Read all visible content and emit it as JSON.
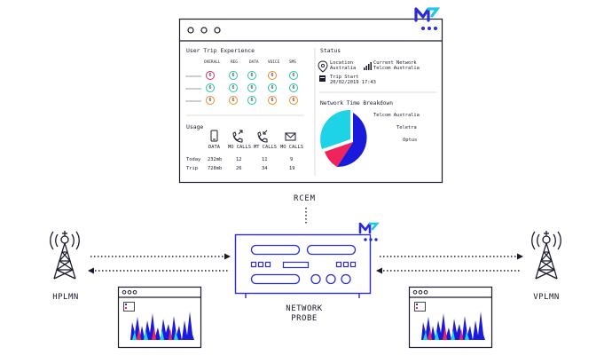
{
  "labels": {
    "rcem": "RCEM",
    "hplmn": "HPLMN",
    "vplmn": "VPLMN",
    "probe_line1": "NETWORK",
    "probe_line2": "PROBE"
  },
  "dashboard": {
    "trip_title": "User Trip Experience",
    "trip_columns": [
      "OVERALL",
      "REG",
      "DATA",
      "VOICE",
      "SMS"
    ],
    "trip_rows": [
      [
        "red",
        "green",
        "green",
        "orange",
        "green"
      ],
      [
        "green",
        "green",
        "green",
        "green",
        "green"
      ],
      [
        "orange",
        "orange",
        "green",
        "orange",
        "orange"
      ]
    ],
    "circle_glyph": "6",
    "status_title": "Status",
    "location_label": "Location",
    "location_value": "Australia",
    "network_label": "Current Network",
    "network_value": "Telcom Australia",
    "trip_start_label": "Trip Start",
    "trip_start_value": "20/02/2019 17:43",
    "breakdown_title": "Network Time Breakdown",
    "breakdown_legend": [
      "Telcom Australia",
      "Teletra",
      "Optus"
    ],
    "usage_title": "Usage",
    "usage_columns": [
      "DATA",
      "MO CALLS",
      "MT CALLS",
      "MO CALLS"
    ],
    "usage_rows": [
      {
        "label": "Today",
        "values": [
          "232mb",
          "12",
          "11",
          "9"
        ]
      },
      {
        "label": "Trip",
        "values": [
          "728mb",
          "26",
          "34",
          "19"
        ]
      }
    ]
  },
  "colors": {
    "dark": "#1a1a2e",
    "blue": "#1a1adb",
    "cyan": "#1ed3e6",
    "pink": "#f0245a",
    "green": "#1fc7a0",
    "red": "#e8245a",
    "orange": "#f08a24",
    "logo_blue": "#2b2bd9",
    "logo_cyan": "#20c8e8"
  },
  "icons": [
    "location-pin-icon",
    "signal-bars-icon",
    "calendar-icon",
    "phone-icon",
    "phone-outgoing-icon",
    "phone-incoming-icon",
    "envelope-icon",
    "tower-icon",
    "logo-icon"
  ]
}
